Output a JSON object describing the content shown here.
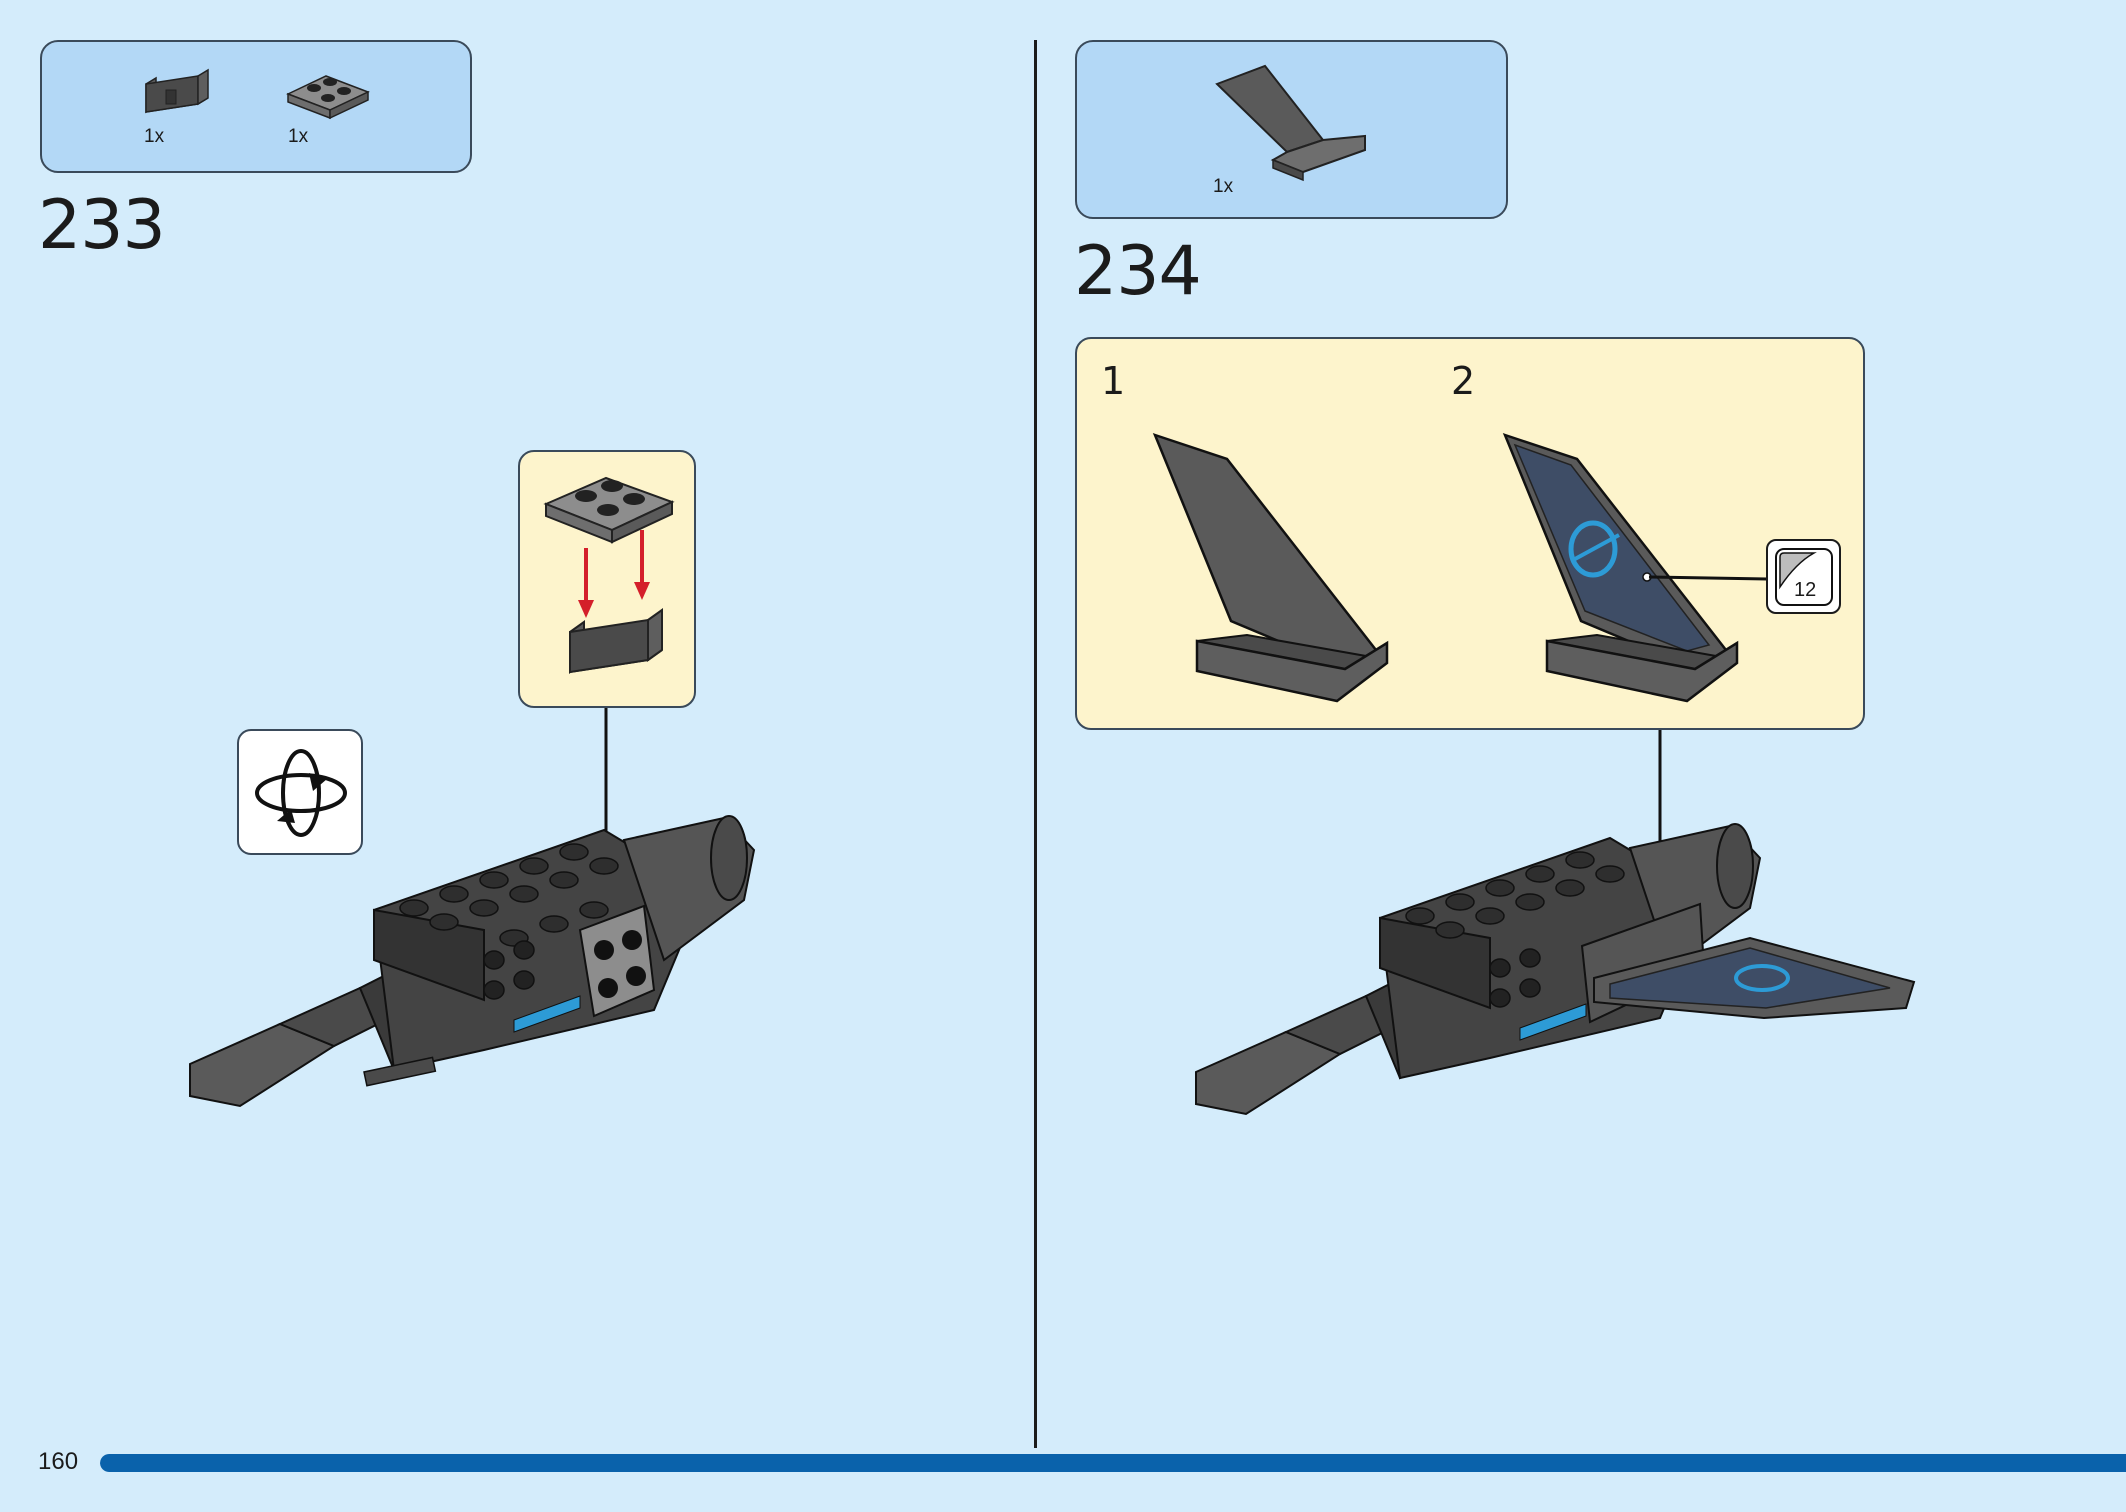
{
  "page_number": "160",
  "progress": {
    "fraction": 1.0,
    "color": "#0a62ab"
  },
  "colors": {
    "background": "#d4ecfb",
    "parts_box": "#b3d8f6",
    "callout": "#fdf4cc",
    "brick_dark": "#4a4a4a",
    "brick_medium": "#6e6e6e",
    "arrow_red": "#d41f2a",
    "accent_blue": "#2d9bd6"
  },
  "step_233": {
    "number": "233",
    "parts": [
      {
        "icon": "bracket-brick-icon",
        "qty": "1x"
      },
      {
        "icon": "plate-2x2-with-clips-icon",
        "qty": "1x"
      }
    ],
    "rotate_icon": "rotate-model-icon"
  },
  "step_234": {
    "number": "234",
    "parts": [
      {
        "icon": "tail-fin-icon",
        "qty": "1x"
      }
    ],
    "substeps": [
      {
        "number": "1"
      },
      {
        "number": "2"
      }
    ],
    "sticker": {
      "icon": "sticker-sheet-icon",
      "number": "12"
    }
  }
}
